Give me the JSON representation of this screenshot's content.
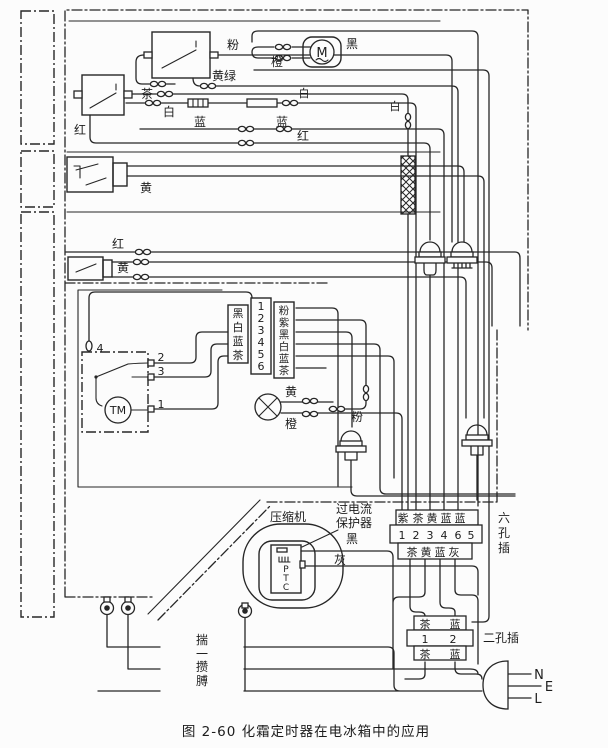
{
  "caption": "图 2-60  化霜定时器在电冰箱中的应用",
  "colors": {
    "ink": "#262626",
    "paper": "#fcfcfc"
  },
  "labels": [
    {
      "id": "pink-top",
      "t": "粉"
    },
    {
      "id": "black-top",
      "t": "黑"
    },
    {
      "id": "motor-letter",
      "t": "M"
    },
    {
      "id": "yellow-green",
      "t": "黄绿"
    },
    {
      "id": "orange-top",
      "t": "橙"
    },
    {
      "id": "brown-top",
      "t": "茶"
    },
    {
      "id": "white-left",
      "t": "白"
    },
    {
      "id": "blue-left",
      "t": "蓝"
    },
    {
      "id": "blue-mid",
      "t": "蓝"
    },
    {
      "id": "white-small",
      "t": "白"
    },
    {
      "id": "red-left",
      "t": "红"
    },
    {
      "id": "red-mid",
      "t": "红"
    },
    {
      "id": "white-heater",
      "t": "白"
    },
    {
      "id": "yellow-door1",
      "t": "黄"
    },
    {
      "id": "red-comp2",
      "t": "红"
    },
    {
      "id": "yellow-door2",
      "t": "黄"
    },
    {
      "id": "blk-l1",
      "t": "黑"
    },
    {
      "id": "blk-l2",
      "t": "白"
    },
    {
      "id": "blk-l3",
      "t": "蓝"
    },
    {
      "id": "blk-l4",
      "t": "茶"
    },
    {
      "id": "blk-n1",
      "t": "1"
    },
    {
      "id": "blk-n2",
      "t": "2"
    },
    {
      "id": "blk-n3",
      "t": "3"
    },
    {
      "id": "blk-n4",
      "t": "4"
    },
    {
      "id": "blk-n5",
      "t": "5"
    },
    {
      "id": "blk-n6",
      "t": "6"
    },
    {
      "id": "blk-r1",
      "t": "粉"
    },
    {
      "id": "blk-r2",
      "t": "紫"
    },
    {
      "id": "blk-r3",
      "t": "黑"
    },
    {
      "id": "blk-r4",
      "t": "白"
    },
    {
      "id": "blk-r5",
      "t": "蓝"
    },
    {
      "id": "blk-r6",
      "t": "茶"
    },
    {
      "id": "tm-t4",
      "t": "4"
    },
    {
      "id": "tm-t2",
      "t": "2"
    },
    {
      "id": "tm-t3",
      "t": "3"
    },
    {
      "id": "tm-t1",
      "t": "1"
    },
    {
      "id": "tm-name",
      "t": "TM"
    },
    {
      "id": "lamp-yellow",
      "t": "黄"
    },
    {
      "id": "lamp-orange",
      "t": "橙"
    },
    {
      "id": "pink-mid",
      "t": "粉"
    },
    {
      "id": "p6-t1",
      "t": "紫"
    },
    {
      "id": "p6-t2",
      "t": "茶"
    },
    {
      "id": "p6-t3",
      "t": "黄"
    },
    {
      "id": "p6-t4",
      "t": "蓝"
    },
    {
      "id": "p6-t5",
      "t": "蓝"
    },
    {
      "id": "p6-n1",
      "t": "1"
    },
    {
      "id": "p6-n2",
      "t": "2"
    },
    {
      "id": "p6-n3",
      "t": "3"
    },
    {
      "id": "p6-n4",
      "t": "4"
    },
    {
      "id": "p6-n5",
      "t": "6"
    },
    {
      "id": "p6-n6",
      "t": "5"
    },
    {
      "id": "p6-b1",
      "t": "茶"
    },
    {
      "id": "p6-b2",
      "t": "黄"
    },
    {
      "id": "p6-b3",
      "t": "蓝"
    },
    {
      "id": "p6-b4",
      "t": "灰"
    },
    {
      "id": "p6-name1",
      "t": "六"
    },
    {
      "id": "p6-name2",
      "t": "孔"
    },
    {
      "id": "p6-name3",
      "t": "插"
    },
    {
      "id": "compressor",
      "t": "压缩机"
    },
    {
      "id": "protector1",
      "t": "过电流"
    },
    {
      "id": "protector2",
      "t": "保护器"
    },
    {
      "id": "comp-black",
      "t": "黑"
    },
    {
      "id": "comp-gray",
      "t": "灰"
    },
    {
      "id": "ptc-p",
      "t": "P"
    },
    {
      "id": "ptc-t",
      "t": "T"
    },
    {
      "id": "ptc-c",
      "t": "C"
    },
    {
      "id": "term-txt1",
      "t": "揣"
    },
    {
      "id": "term-txt2",
      "t": "一"
    },
    {
      "id": "term-txt3",
      "t": "攒"
    },
    {
      "id": "term-txt4",
      "t": "膊"
    },
    {
      "id": "p2-t1",
      "t": "茶"
    },
    {
      "id": "p2-t2",
      "t": "蓝"
    },
    {
      "id": "p2-n1",
      "t": "1"
    },
    {
      "id": "p2-n2",
      "t": "2"
    },
    {
      "id": "p2-b1",
      "t": "茶"
    },
    {
      "id": "p2-b2",
      "t": "蓝"
    },
    {
      "id": "p2-name",
      "t": "二孔插"
    },
    {
      "id": "plug-n",
      "t": "N"
    },
    {
      "id": "plug-e",
      "t": "E"
    },
    {
      "id": "plug-l",
      "t": "L"
    }
  ]
}
